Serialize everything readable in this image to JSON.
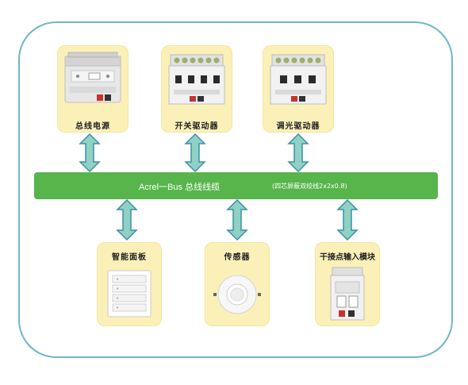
{
  "bus": {
    "title": "Acrel一Bus  总线线缆",
    "subtitle": "(四芯屏蔽双绞线2x2x0.8)"
  },
  "modules_top": [
    {
      "label": "总线电源"
    },
    {
      "label": "开关驱动器"
    },
    {
      "label": "调光驱动器"
    }
  ],
  "modules_bottom": [
    {
      "label": "智能面板"
    },
    {
      "label": "传感器"
    },
    {
      "label": "干接点输入模块"
    }
  ],
  "colors": {
    "frame": "#6fb6c8",
    "card": "#fbf1b8",
    "bus": "#57b54b",
    "arrow_fill": "#8fd1c4",
    "arrow_stroke": "#3d8fa6"
  }
}
